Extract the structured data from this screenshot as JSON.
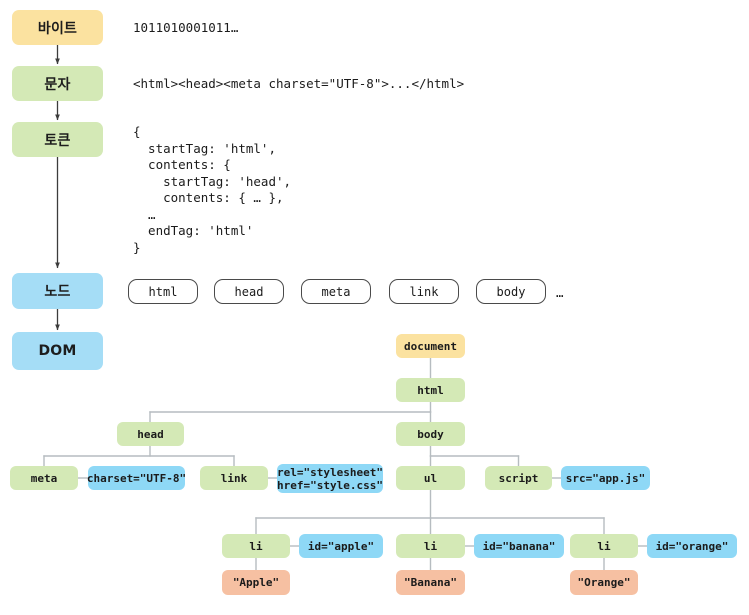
{
  "diagram": {
    "title": "DOM construction pipeline",
    "colors": {
      "byte": "#fbe2a0",
      "element": "#d4e9b6",
      "node": "#a5ddf6",
      "attribute": "#8ed8f6",
      "text_node": "#f6c0a2",
      "connector": "#b6bcc0"
    }
  },
  "stages": [
    {
      "label": "바이트",
      "kind": "byte"
    },
    {
      "label": "문자",
      "kind": "green"
    },
    {
      "label": "토큰",
      "kind": "green"
    },
    {
      "label": "노드",
      "kind": "blue"
    },
    {
      "label": "DOM",
      "kind": "blue"
    }
  ],
  "samples": {
    "bytes": "1011010001011…",
    "characters": "<html><head><meta charset=\"UTF-8\">...</html>",
    "tokens": "{\n  startTag: 'html',\n  contents: {\n    startTag: 'head',\n    contents: { … },\n  …\n  endTag: 'html'\n}"
  },
  "node_pills": [
    {
      "label": "html"
    },
    {
      "label": "head"
    },
    {
      "label": "meta"
    },
    {
      "label": "link"
    },
    {
      "label": "body"
    }
  ],
  "node_pills_ellipsis": "…",
  "tree": {
    "document": "document",
    "html": "html",
    "head": "head",
    "body": "body",
    "meta": "meta",
    "meta_attr": "charset=\"UTF-8\"",
    "link": "link",
    "link_attr": "rel=\"stylesheet\"\nhref=\"style.css\"",
    "ul": "ul",
    "script": "script",
    "script_attr": "src=\"app.js\"",
    "li1": "li",
    "li1_attr": "id=\"apple\"",
    "li1_text": "\"Apple\"",
    "li2": "li",
    "li2_attr": "id=\"banana\"",
    "li2_text": "\"Banana\"",
    "li3": "li",
    "li3_attr": "id=\"orange\"",
    "li3_text": "\"Orange\""
  }
}
